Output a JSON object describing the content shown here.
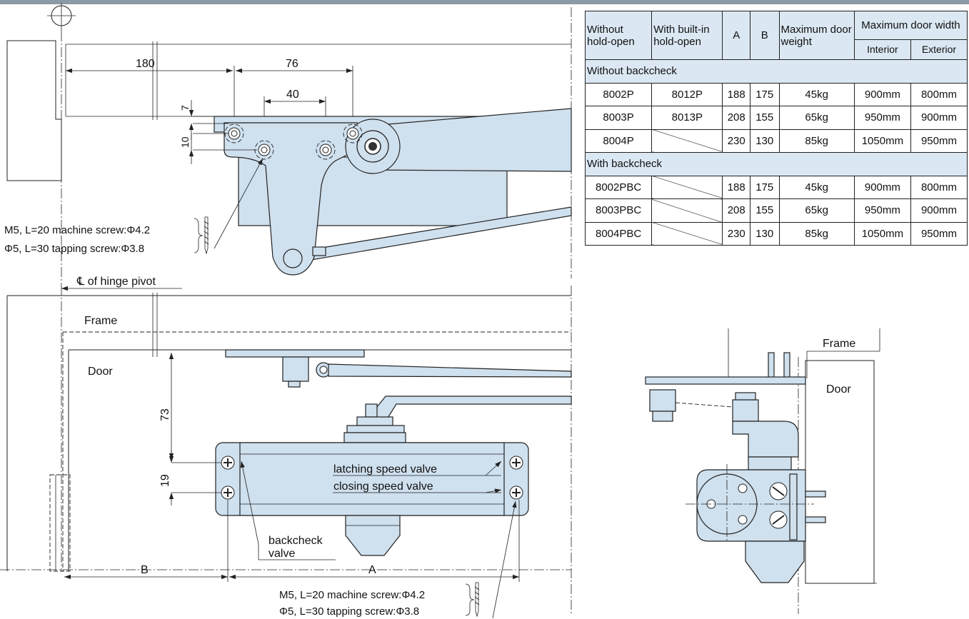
{
  "top_view": {
    "dim_180": "180",
    "dim_76": "76",
    "dim_40": "40",
    "dim_7": "7",
    "dim_10": "10",
    "screw_note_1": "M5, L=20 machine screw:Φ4.2",
    "screw_note_2": "Φ5, L=30 tapping screw:Φ3.8"
  },
  "front_view": {
    "hinge_label": "℄ of hinge pivot",
    "frame_label": "Frame",
    "door_label": "Door",
    "dim_73": "73",
    "dim_19": "19",
    "latching_label": "latching speed valve",
    "closing_label": "closing speed valve",
    "backcheck_label_1": "backcheck",
    "backcheck_label_2": "valve",
    "dim_B": "B",
    "dim_A": "A",
    "screw_note_1": "M5, L=20 machine screw:Φ4.2",
    "screw_note_2": "Φ5, L=30 tapping screw:Φ3.8"
  },
  "side_view": {
    "frame_label": "Frame",
    "door_label": "Door"
  },
  "table": {
    "headers": {
      "without": "Without hold-open",
      "with": "With built-in hold-open",
      "a": "A",
      "b": "B",
      "weight": "Maximum door weight",
      "width": "Maximum door width",
      "interior": "Interior",
      "exterior": "Exterior"
    },
    "group1": "Without backcheck",
    "group2": "With backcheck",
    "rows1": [
      {
        "without": "8002P",
        "with": "8012P",
        "a": "188",
        "b": "175",
        "weight": "45kg",
        "interior": "900mm",
        "exterior": "800mm"
      },
      {
        "without": "8003P",
        "with": "8013P",
        "a": "208",
        "b": "155",
        "weight": "65kg",
        "interior": "950mm",
        "exterior": "900mm"
      },
      {
        "without": "8004P",
        "with": "",
        "a": "230",
        "b": "130",
        "weight": "85kg",
        "interior": "1050mm",
        "exterior": "950mm"
      }
    ],
    "rows2": [
      {
        "without": "8002PBC",
        "with": "",
        "a": "188",
        "b": "175",
        "weight": "45kg",
        "interior": "900mm",
        "exterior": "800mm"
      },
      {
        "without": "8003PBC",
        "with": "",
        "a": "208",
        "b": "155",
        "weight": "65kg",
        "interior": "950mm",
        "exterior": "900mm"
      },
      {
        "without": "8004PBC",
        "with": "",
        "a": "230",
        "b": "130",
        "weight": "85kg",
        "interior": "1050mm",
        "exterior": "950mm"
      }
    ]
  }
}
